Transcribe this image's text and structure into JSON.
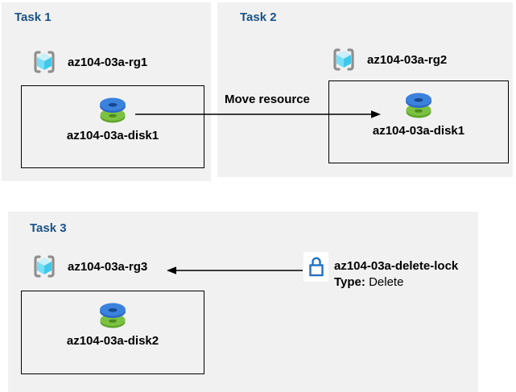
{
  "page": {
    "background": "#ffffff"
  },
  "colors": {
    "panel_bg": "#f1f1f1",
    "task_title": "#1a5286",
    "text": "#000000",
    "box_border": "#000000",
    "arrow": "#000000",
    "lock_stroke": "#2270c3",
    "disk_blue": "#3b82dd",
    "disk_blue_dark": "#17488f",
    "disk_green": "#7dc142",
    "disk_green_dark": "#4a8a1e",
    "cube_top": "#c7f0fa",
    "cube_left": "#76def5",
    "cube_right": "#3fc8ea",
    "bracket_gray": "#8f8f8f"
  },
  "tasks": [
    {
      "title": "Task 1",
      "resource_group": "az104-03a-rg1",
      "resource": "az104-03a-disk1"
    },
    {
      "title": "Task 2",
      "resource_group": "az104-03a-rg2",
      "resource": "az104-03a-disk1"
    },
    {
      "title": "Task 3",
      "resource_group": "az104-03a-rg3",
      "resource": "az104-03a-disk2"
    }
  ],
  "move_arrow": {
    "label": "Move resource"
  },
  "lock": {
    "name": "az104-03a-delete-lock",
    "type_label": "Type:",
    "type_value": "Delete"
  },
  "icons": {
    "resource_group": "resource-group-icon",
    "disk": "disk-icon",
    "lock": "lock-icon"
  }
}
